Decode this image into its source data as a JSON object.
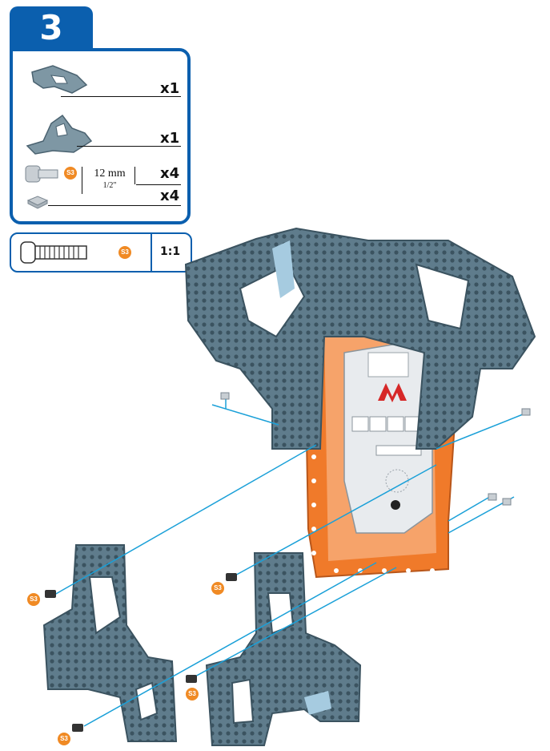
{
  "step": {
    "number": "3"
  },
  "parts": [
    {
      "icon": "plate-bracket-a-icon",
      "qty": "x1"
    },
    {
      "icon": "plate-bracket-b-icon",
      "qty": "x1"
    },
    {
      "icon": "screw-icon",
      "code": "S3",
      "length_mm": "12 mm",
      "length_in": "1/2\"",
      "qty": "x4"
    },
    {
      "icon": "square-nut-icon",
      "qty": "x4"
    }
  ],
  "scale_reference": {
    "code": "S3",
    "scale": "1:1"
  },
  "callouts": [
    "S3",
    "S3",
    "S3",
    "S3"
  ],
  "colors": {
    "accent": "#0b5fae",
    "part_gray": "#5f7c8c",
    "orange_frame": "#f07a2a",
    "connector_line": "#1aa0d8",
    "badge": "#f08a24"
  }
}
